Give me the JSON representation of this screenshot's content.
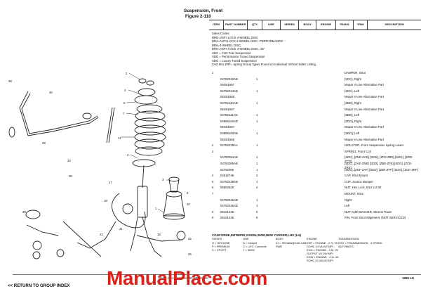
{
  "page": {
    "title": "Suspension, Front",
    "figure": "Figure 2-110"
  },
  "table_header": [
    "ITEM",
    "PART NUMBER",
    "QTY",
    "LINE",
    "SERIES",
    "BODY",
    "ENGINE",
    "TRANS",
    "TRIM",
    "DESCRIPTION"
  ],
  "sales_codes": [
    "Sales Codes:",
    "BRD=ANTI-LOCK 4-WHEEL DISC",
    "BR4=ANTI-LOCK 4-WHEEL DISC, PERFORMANCE",
    "BR6=4-WHEEL DISC",
    "BRH=ANTI-LOCK 4-WHEEL-DISC, 15\"",
    "SDC = Firm Feel Suspension",
    "SDD = Performance Tuned Suspension",
    "SDG = Luxury Tuned Suspension",
    "ZAD thru ZRF= Spring Group Types Found on Individual Vehicel Sales Listing."
  ],
  "rows": [
    {
      "item": "1",
      "part": "",
      "qty": "",
      "desc": "DAMPER, Strut"
    },
    {
      "item": "",
      "part": "04782012AB",
      "qty": "1",
      "desc": "[SDC], Right"
    },
    {
      "item": "",
      "part": "05G81667",
      "qty": "",
      "desc": "Mopar V-Line Alternative Part"
    },
    {
      "item": "",
      "part": "04782013AB",
      "qty": "1",
      "desc": "[SDC], Left"
    },
    {
      "item": "",
      "part": "05G81668",
      "qty": "",
      "desc": "Mopar V-Line Alternative Part"
    },
    {
      "item": "",
      "part": "04782110AD",
      "qty": "1",
      "desc": "[SDD], Right"
    },
    {
      "item": "",
      "part": "05G81667",
      "qty": "",
      "desc": "Mopar V-Line Alternative Part"
    },
    {
      "item": "",
      "part": "04782111AD",
      "qty": "1",
      "desc": "[SDD], Left"
    },
    {
      "item": "",
      "part": "04895162AB",
      "qty": "1",
      "desc": "[SDG], Right"
    },
    {
      "item": "",
      "part": "05G81667",
      "qty": "",
      "desc": "Mopar V-Line Alternative Part"
    },
    {
      "item": "",
      "part": "04895163AB",
      "qty": "1",
      "desc": "[SDG], Left"
    },
    {
      "item": "",
      "part": "05G81668",
      "qty": "",
      "desc": "Mopar V-Line Alternative Part"
    },
    {
      "item": "2",
      "part": "04782228AA",
      "qty": "1",
      "desc": "ISOLATOR, Front Suspension Spring-Lower"
    },
    {
      "item": "3",
      "part": "",
      "qty": "",
      "desc": "SPRING, Front Coil"
    },
    {
      "item": "",
      "part": "04782084AB",
      "qty": "1",
      "desc": "[SDC], [ZND-ZAD] [SDD], [ZFD-ZBD] [SDG], [ZRD-ZCD]"
    },
    {
      "item": "",
      "part": "04782085AB",
      "qty": "1",
      "desc": "[SDC], [ZAE-ZNE] [SDD], [ZBE-ZFE] [SDG], [ZCE-ZRE]"
    },
    {
      "item": "",
      "part": "04782086",
      "qty": "1",
      "desc": "[SDC], [ZNF-ZAF] [SDD], [ZBF-ZFF] [SDG], [ZCF-ZRF]"
    },
    {
      "item": "4",
      "part": "04616746",
      "qty": "2",
      "desc": "CAP, Strut Mount"
    },
    {
      "item": "5",
      "part": "04782238AB",
      "qty": "1",
      "desc": "CUP, Jounce Bumper"
    },
    {
      "item": "6",
      "part": "06502525",
      "qty": "2",
      "desc": "NUT, Hex Lock, M14 x 2.00"
    },
    {
      "item": "7",
      "part": "",
      "qty": "",
      "desc": "MOUNT, Strut"
    },
    {
      "item": "",
      "part": "04782016AB",
      "qty": "1",
      "desc": "Right"
    },
    {
      "item": "",
      "part": "04782016AB",
      "qty": "1",
      "desc": "Left"
    },
    {
      "item": "8",
      "part": "06101446",
      "qty": "6",
      "desc": "NUT AND WASHER, Strut to Tower"
    },
    {
      "item": "9",
      "part": "06101446",
      "qty": "8",
      "desc": "PIN, Front Strut Alignment, (NOT SERVICED)"
    }
  ],
  "legend": {
    "title": "CONCORDE,INTREPID,VISION,300M,NEW YORKER,LHS (LH)",
    "columns": [
      {
        "header": "SERIES",
        "lines": [
          "H = HIGHLINE",
          "P = PREMIUM",
          "S = SPORT"
        ]
      },
      {
        "header": "LINE",
        "lines": [
          "D = Intrepid",
          "C = LHS, Concorde",
          "Y = 300M"
        ]
      },
      {
        "header": "BODY",
        "lines": [
          "41 = SEDAN/QUAD CAB",
          "SWB"
        ]
      },
      {
        "header": "ENGINE",
        "lines": [
          "EER = ENGINE - 2.7L V6",
          "DOHC 24 VALVE MPI",
          "EGG = ENGINE - 3.5L V6",
          "OUTPUT V6 24V MPI",
          "EGW = ENGINE - 3.2L V6",
          "SOHC 24 VALVE MPI"
        ]
      },
      {
        "header": "TRANSMISSION",
        "lines": [
          "DGX = TRANSMISSION - 4-SPEED",
          "AUTOMATIC"
        ]
      }
    ]
  },
  "footer": {
    "center": "NAS - Intrepid,Concorde,300M,LHS",
    "right": "1998 LH",
    "return_link": "<< RETURN TO GROUP INDEX",
    "watermark": "ManualPlace.com"
  },
  "colors": {
    "watermark": "#d8221a"
  }
}
